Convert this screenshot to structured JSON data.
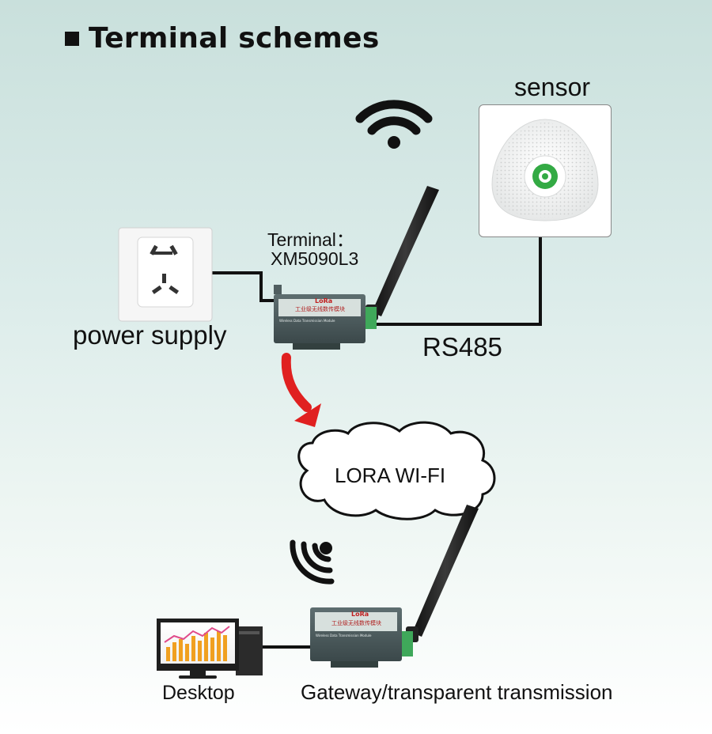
{
  "title": "Terminal schemes",
  "labels": {
    "sensor": "sensor",
    "terminal_line1": "Terminal：",
    "terminal_line2": "XM5090L3",
    "power_supply": "power supply",
    "rs485": "RS485",
    "cloud": "LORA WI-FI",
    "desktop": "Desktop",
    "gateway": "Gateway/transparent transmission"
  },
  "device": {
    "brand": "LoRa",
    "chinese_title": "工业级无线数传模块",
    "subtitle": "Wireless Data Transmission Module"
  },
  "colors": {
    "line": "#111111",
    "arrow": "#e02020",
    "device_body": "#4a5a5c",
    "device_label": "#d4ddda",
    "terminal_block": "#3fa85a",
    "sensor_accent": "#33aa44"
  }
}
